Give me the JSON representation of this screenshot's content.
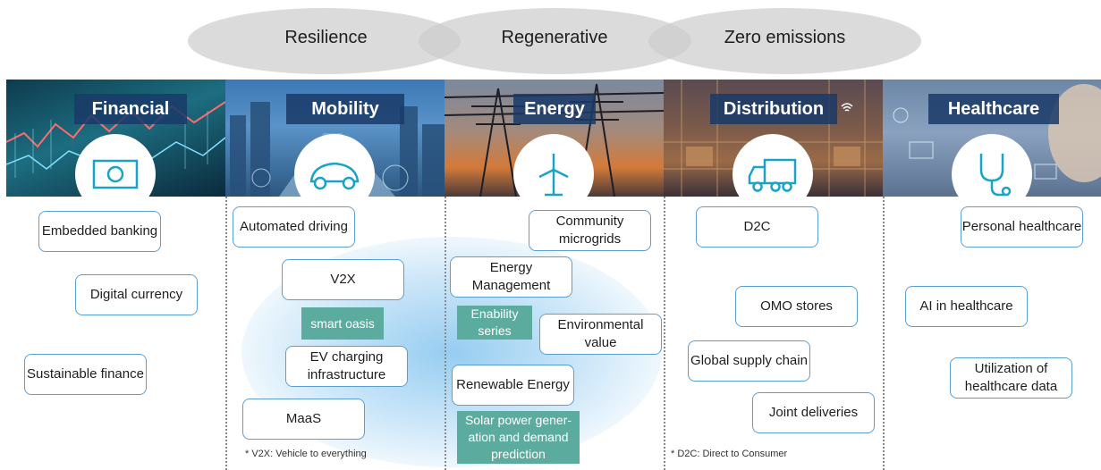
{
  "themes": [
    "Resilience",
    "Regenerative",
    "Zero emissions"
  ],
  "sectors": [
    {
      "title": "Financial",
      "icon": "banknote-icon"
    },
    {
      "title": "Mobility",
      "icon": "car-icon"
    },
    {
      "title": "Energy",
      "icon": "wind-turbine-icon"
    },
    {
      "title": "Distribution",
      "icon": "truck-icon"
    },
    {
      "title": "Healthcare",
      "icon": "stethoscope-icon"
    }
  ],
  "financial": {
    "embedded_banking": "Embedded banking",
    "digital_currency": "Digital currency",
    "sustainable_finance": "Sustainable finance"
  },
  "mobility": {
    "automated_driving": "Automated driving",
    "v2x": "V2X",
    "smart_oasis": "smart oasis",
    "ev_charging": "EV charging infrastructure",
    "maas": "MaaS",
    "footnote": "* V2X: Vehicle to everything"
  },
  "energy": {
    "community_microgrids": "Community microgrids",
    "energy_management": "Energy Management",
    "enability_series": "Enability series",
    "environmental_value": "Environmental value",
    "renewable_energy": "Renewable Energy",
    "solar_prediction": "Solar power gener-ation and demand prediction"
  },
  "distribution": {
    "d2c": "D2C",
    "omo_stores": "OMO stores",
    "global_supply_chain": "Global supply chain",
    "joint_deliveries": "Joint deliveries",
    "footnote": "* D2C: Direct to Consumer"
  },
  "healthcare": {
    "personal_healthcare": "Personal healthcare",
    "ai_in_healthcare": "AI in healthcare",
    "utilization_of_data": "Utilization of healthcare data"
  },
  "colors": {
    "box_border": "#5d9ed0",
    "tag_fill": "#5bab9e",
    "banner_title": "#1a3a68",
    "ellipse": "#cdcdcd"
  }
}
